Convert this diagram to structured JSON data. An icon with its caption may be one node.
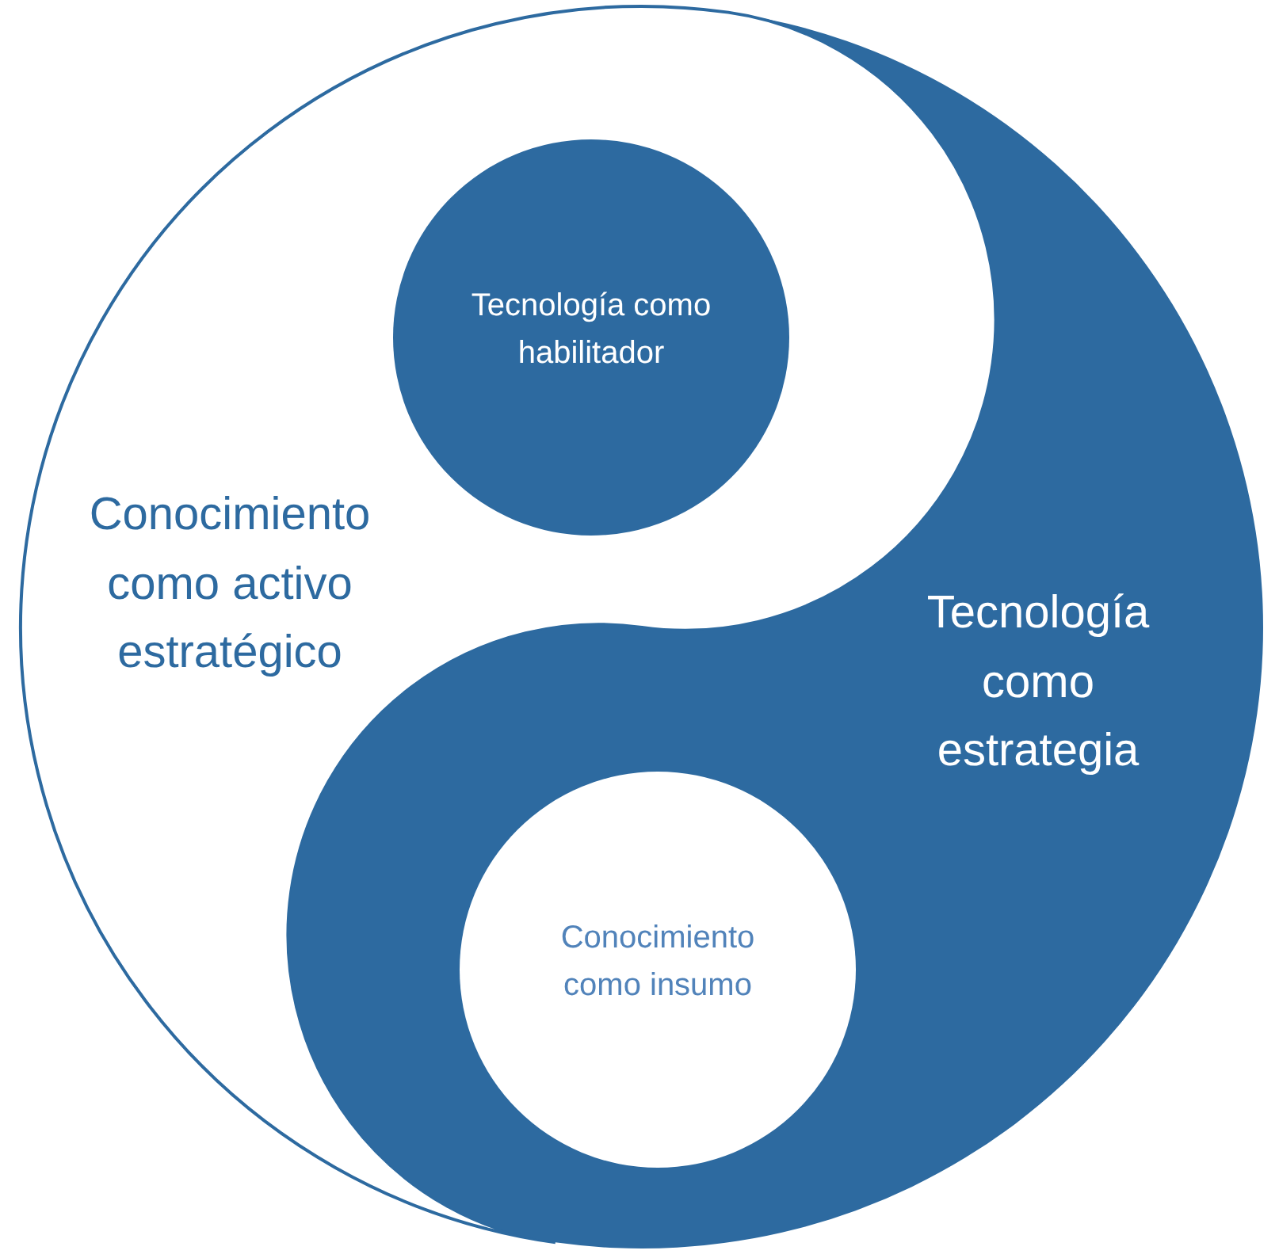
{
  "diagram": {
    "nodes": [
      {
        "text": [
          "Conocimiento como activo estratégico"
        ]
      },
      {
        "text": [
          "Tecnología como habilitador"
        ],
        "in": 0
      },
      {
        "text": [
          "Tecnología como estrategia"
        ]
      },
      {
        "text": [
          "Conocimiento como insumo"
        ],
        "in": 2
      }
    ]
  }
}
